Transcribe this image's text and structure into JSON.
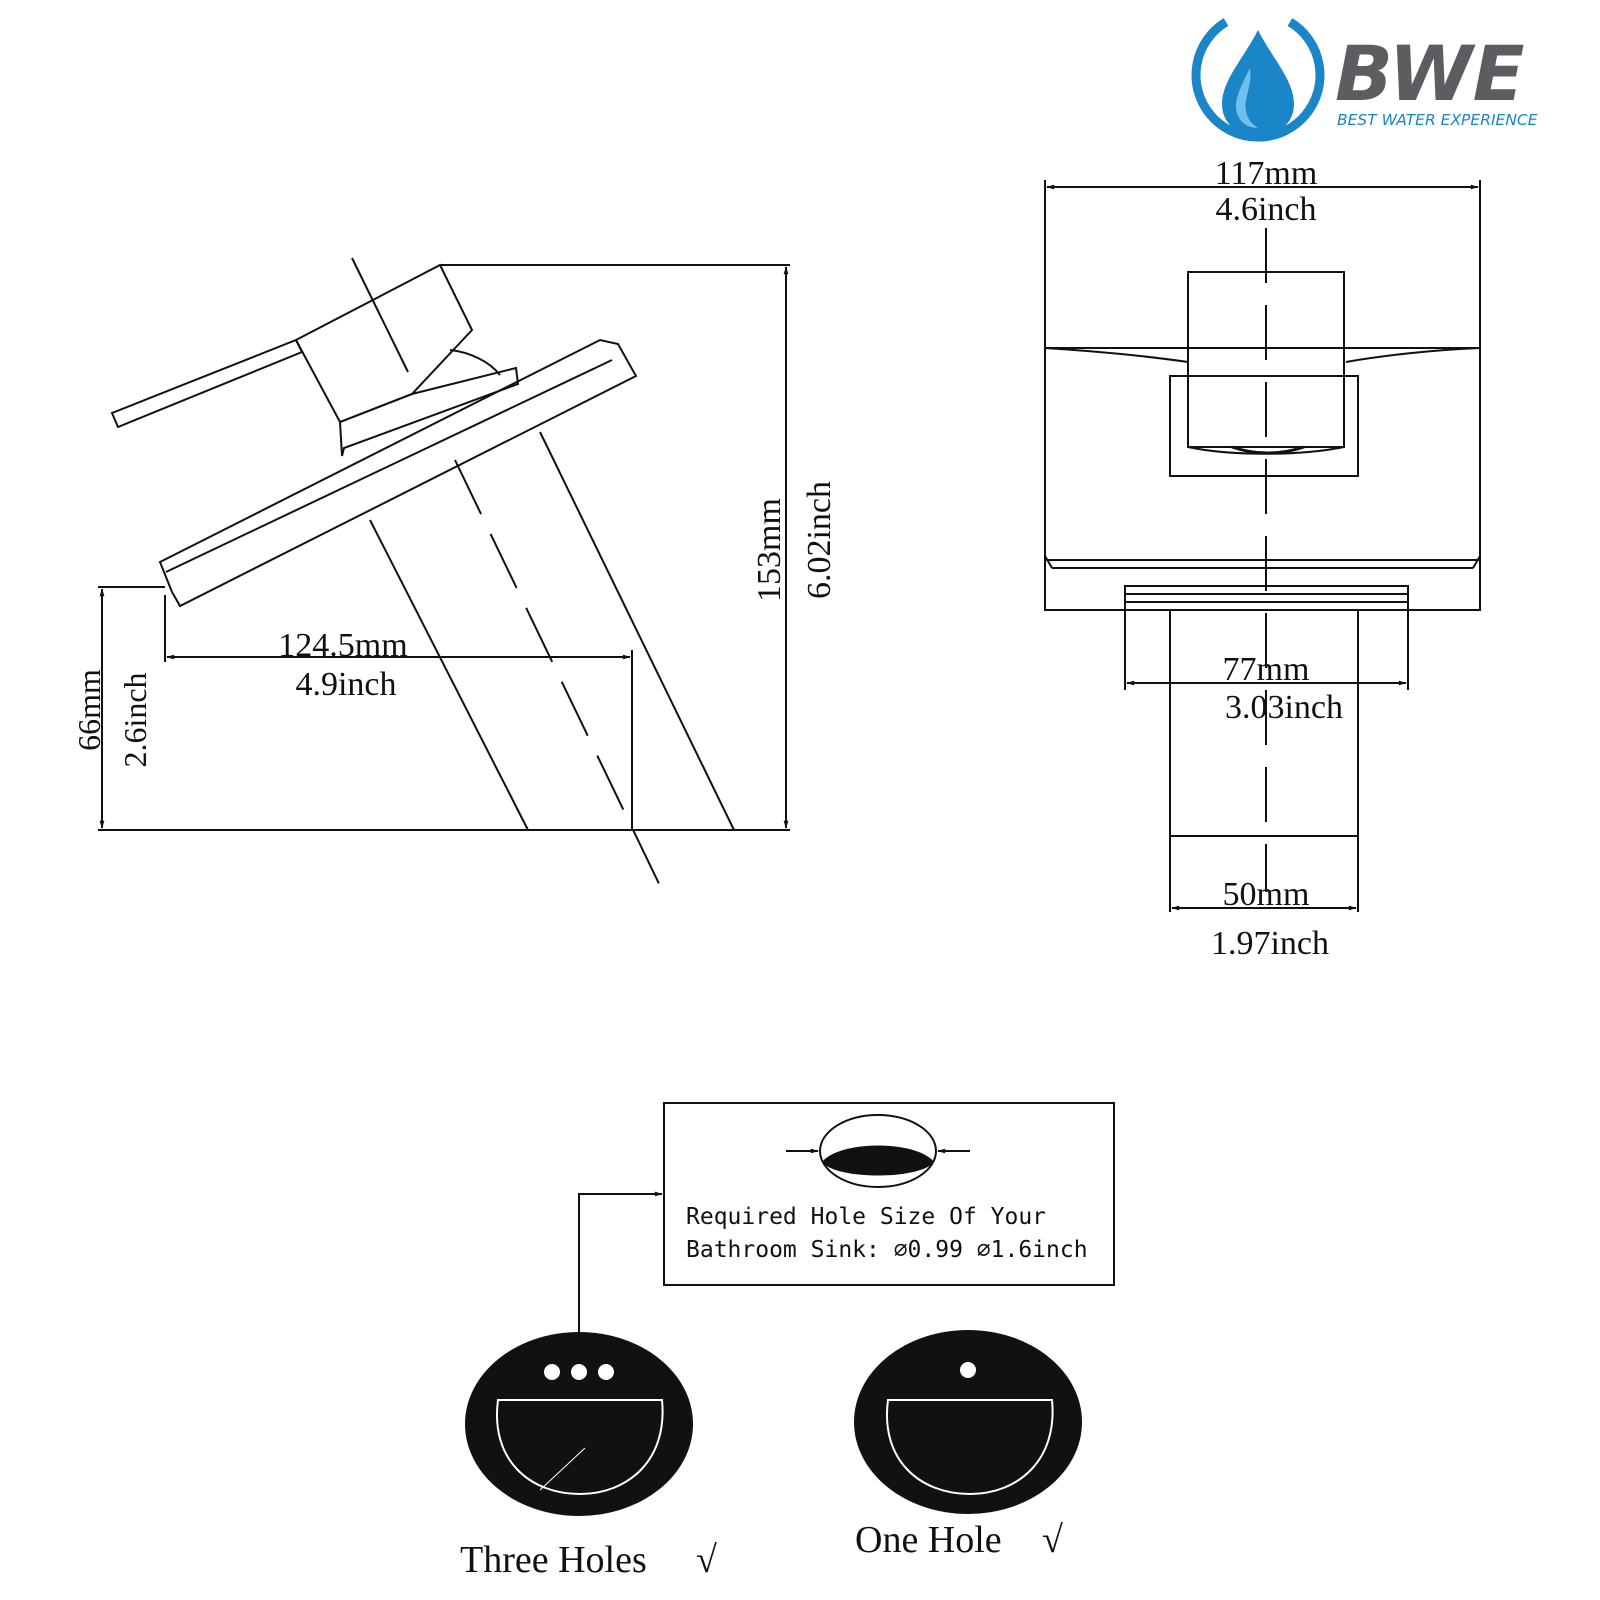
{
  "brand": {
    "name": "BWE",
    "tagline": "BEST WATER EXPERIENCE",
    "colors": {
      "blue": "#1a86c8",
      "light_blue": "#6fc0ef",
      "grey": "#5b5d60"
    }
  },
  "side_view": {
    "height_mm": "153mm",
    "height_inch": "6.02inch",
    "reach_mm": "124.5mm",
    "reach_inch": "4.9inch",
    "spout_height_mm": "66mm",
    "spout_height_inch": "2.6inch"
  },
  "front_view": {
    "width_mm": "117mm",
    "width_inch": "4.6inch",
    "spout_width_mm": "77mm",
    "spout_width_inch": "3.03inch",
    "base_width_mm": "50mm",
    "base_width_inch": "1.97inch"
  },
  "hole_note": {
    "line1": "Required Hole Size Of Your",
    "line2": "Bathroom Sink: ⌀0.99 ⌀1.6inch"
  },
  "sinks": {
    "three_holes_label": "Three Holes",
    "one_hole_label": "One Hole",
    "check_mark": "√"
  }
}
